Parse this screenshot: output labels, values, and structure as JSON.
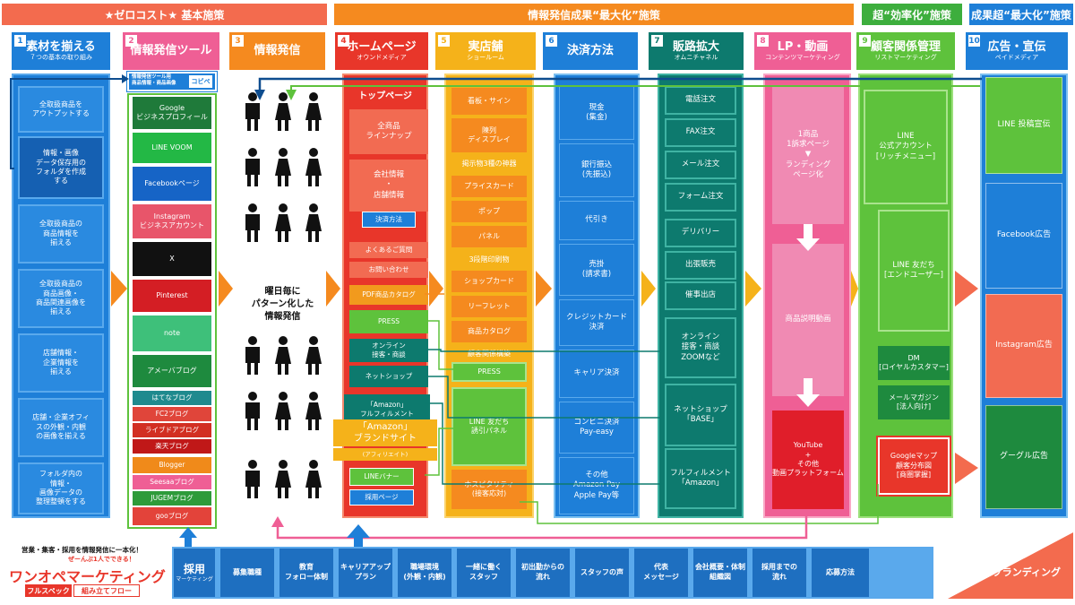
{
  "bands": {
    "zero_cost": "★ゼロコスト★ 基本施策",
    "info_results": "情報発信成果“最大化”施策",
    "efficiency": "超“効率化”施策",
    "results": "成果超“最大化”施策"
  },
  "columns": [
    {
      "num": "1",
      "title": "素材を揃える",
      "sub": "７つの基本の取り組み"
    },
    {
      "num": "2",
      "title": "情報発信ツール",
      "sub": ""
    },
    {
      "num": "3",
      "title": "情報発信",
      "sub": ""
    },
    {
      "num": "4",
      "title": "ホームページ",
      "sub": "オウンドメディア"
    },
    {
      "num": "5",
      "title": "実店舗",
      "sub": "ショールーム"
    },
    {
      "num": "6",
      "title": "決済方法",
      "sub": ""
    },
    {
      "num": "7",
      "title": "販路拡大",
      "sub": "オムニチャネル"
    },
    {
      "num": "8",
      "title": "LP・動画",
      "sub": "コンテンツマーケティング"
    },
    {
      "num": "9",
      "title": "顧客関係管理",
      "sub": "リストマーケティング"
    },
    {
      "num": "10",
      "title": "広告・宣伝",
      "sub": "ペイドメディア"
    }
  ],
  "col1_items": [
    "全取扱商品を\nアウトプットする",
    "情報・画像\nデータ保存用の\nフォルダを作成\nする",
    "全取扱商品の\n商品情報を\n揃える",
    "全取扱商品の\n商品画像・\n商品関連画像を\n揃える",
    "店舗情報・\n企業情報を\n揃える",
    "店舗・企業オフィ\nスの外観・内観\nの画像を揃える",
    "フォルダ内の\n情報・\n画像データの\n整理整頓をする"
  ],
  "col2_header": {
    "label": "情報発信ツール用\n商品情報・商品画像",
    "copy": "コピペ"
  },
  "col2_items": [
    {
      "label": "Google\nビジネスプロフィール",
      "color": "#1f7a3a"
    },
    {
      "label": "LINE VOOM",
      "color": "#23b845"
    },
    {
      "label": "Facebookページ",
      "color": "#1664c6"
    },
    {
      "label": "Instagram\nビジネスアカウント",
      "color": "#e8556a"
    },
    {
      "label": "X",
      "color": "#111111"
    },
    {
      "label": "Pinterest",
      "color": "#d41e24"
    },
    {
      "label": "note",
      "color": "#3ec07a"
    },
    {
      "label": "アメーバブログ",
      "color": "#1e8a3e"
    },
    {
      "label": "はてなブログ",
      "color": "#1f8a8e"
    },
    {
      "label": "FC2ブログ",
      "color": "#e0453a"
    },
    {
      "label": "ライブドアブログ",
      "color": "#d22f22"
    },
    {
      "label": "楽天ブログ",
      "color": "#c01818"
    },
    {
      "label": "Blogger",
      "color": "#f08a1a"
    },
    {
      "label": "Seesaaブログ",
      "color": "#ef5f95"
    },
    {
      "label": "JUGEMブログ",
      "color": "#2e9b3a"
    },
    {
      "label": "gooブログ",
      "color": "#e3433a"
    }
  ],
  "col3_text": "曜日毎に\nパターン化した\n情報発信",
  "col4_title": "トップページ",
  "col4_items": [
    {
      "label": "全商品\nラインナップ",
      "color": "#f26b52"
    },
    {
      "label": "会社情報\n・\n店舗情報",
      "color": "#f26b52"
    },
    {
      "label": "決済方法",
      "color": "#1e7fd8"
    },
    {
      "label": "よくあるご質問",
      "color": "#f26b52"
    },
    {
      "label": "お問い合わせ",
      "color": "#f26b52"
    },
    {
      "label": "PDF商品カタログ",
      "color": "#f29a1d"
    },
    {
      "label": "PRESS",
      "color": "#5ec23c"
    },
    {
      "label": "オンライン\n接客・商談",
      "color": "#0d7a6e"
    },
    {
      "label": "ネットショップ",
      "color": "#0d7a6e"
    },
    {
      "label": "「Amazon」\nフルフィルメント",
      "color": "#0d7a6e"
    },
    {
      "label": "「Amazon」\nブランドサイト",
      "color": "#f5b21a"
    },
    {
      "label": "(アフィリエイト)",
      "color": "#f5b21a"
    },
    {
      "label": "LINEバナー",
      "color": "#5ec23c"
    },
    {
      "label": "採用ページ",
      "color": "#1e7fd8"
    }
  ],
  "col5_items": [
    "看板・サイン",
    "陳列\nディスプレイ",
    "掲示物3種の神器",
    "プライスカード",
    "ポップ",
    "パネル",
    "3段階印刷物",
    "ショップカード",
    "リーフレット",
    "商品カタログ",
    "顧客関係構築",
    "PRESS",
    "LINE 友だち\n誘引パネル",
    "ホスピタリティ\n(接客応対)"
  ],
  "col6_items": [
    "現金\n(集金)",
    "銀行振込\n(先振込)",
    "代引き",
    "売掛\n(請求書)",
    "クレジットカード\n決済",
    "キャリア決済",
    "コンビニ決済\nPay-easy",
    "その他\nAmazon Pay\nApple Pay等"
  ],
  "col7_items": [
    "電話注文",
    "FAX注文",
    "メール注文",
    "フォーム注文",
    "デリバリー",
    "出張販売",
    "催事出店",
    "オンライン\n接客・商談\nZOOMなど",
    "ネットショップ\n「BASE」",
    "フルフィルメント\n「Amazon」"
  ],
  "col8_items": {
    "lp": "1商品\n1訴求ページ\n▼\nランディング\nページ化",
    "video": "商品説明動画",
    "youtube": "YouTube\n+\nその他\n動画プラットフォーム"
  },
  "col9_items": {
    "line_official": "LINE\n公式アカウント\n[リッチメニュー]",
    "line_friends": "LINE 友だち\n[エンドユーザー]",
    "dm": "DM\n[ロイヤルカスタマー]",
    "mail": "メールマガジン\n[法人向け]",
    "gmap": "Googleマップ\n顧客分布図\n[商圏掌握]"
  },
  "col10_items": [
    "LINE 投稿宣伝",
    "Facebook広告",
    "Instagram広告",
    "グーグル広告"
  ],
  "recruit": {
    "label": "採用",
    "sub": "マーケティング",
    "items": [
      "募集職種",
      "教育\nフォロー体制",
      "キャリアアップ\nプラン",
      "職場環境\n(外観・内観)",
      "一緒に働く\nスタッフ",
      "初出勤からの\n流れ",
      "スタッフの声",
      "代表\nメッセージ",
      "会社概要・体制\n組織図",
      "採用までの\n流れ",
      "応募方法"
    ]
  },
  "logo": {
    "tagline": "営業・集客・採用を情報発信に一本化！",
    "small": "ぜーんぶ1人でできる！",
    "name": "ワンオペマーケティング",
    "badge1": "フルスペック",
    "badge2": "組み立てフロー"
  },
  "branding": "ブランディング",
  "colors": {
    "orange": "#f47c20",
    "red": "#e8362a",
    "blue": "#1e7fd8",
    "green": "#5ec23c",
    "teal": "#0d7a6e",
    "pink": "#ef5f95",
    "yellow": "#f5b21a",
    "darkgreen": "#1e8a3e"
  }
}
